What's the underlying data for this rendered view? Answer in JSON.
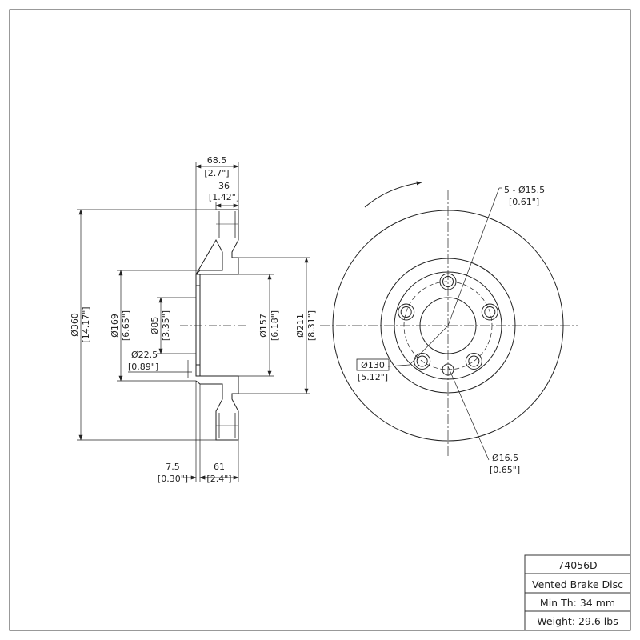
{
  "title_block": {
    "part_number": "74056D",
    "description": "Vented Brake Disc",
    "min_thickness": "Min Th: 34 mm",
    "weight": "Weight: 29.6 lbs"
  },
  "side_view": {
    "width_total": {
      "mm": "68.5",
      "in": "[2.7\"]"
    },
    "width_friction": {
      "mm": "36",
      "in": "[1.42\"]"
    },
    "outer_diameter": {
      "mm": "Ø360",
      "in": "[14.17\"]"
    },
    "hat_diameter": {
      "mm": "Ø169",
      "in": "[6.65\"]"
    },
    "center_bore": {
      "mm": "Ø85",
      "in": "[3.35\"]"
    },
    "small_bore": {
      "mm": "Ø22.5",
      "in": "[0.89\"]"
    },
    "inner_diameter": {
      "mm": "Ø157",
      "in": "[6.18\"]"
    },
    "friction_inner_diameter": {
      "mm": "Ø211",
      "in": "[8.31\"]"
    },
    "hat_thickness": {
      "mm": "7.5",
      "in": "[0.30\"]"
    },
    "hat_height": {
      "mm": "61",
      "in": "[2.4\"]"
    }
  },
  "front_view": {
    "bolt_holes": {
      "mm": "5 - Ø15.5",
      "in": "[0.61\"]"
    },
    "bolt_circle": {
      "mm": "Ø130",
      "in": "[5.12\"]"
    },
    "pin_hole": {
      "mm": "Ø16.5",
      "in": "[0.65\"]"
    },
    "rotation_direction": "clockwise"
  }
}
